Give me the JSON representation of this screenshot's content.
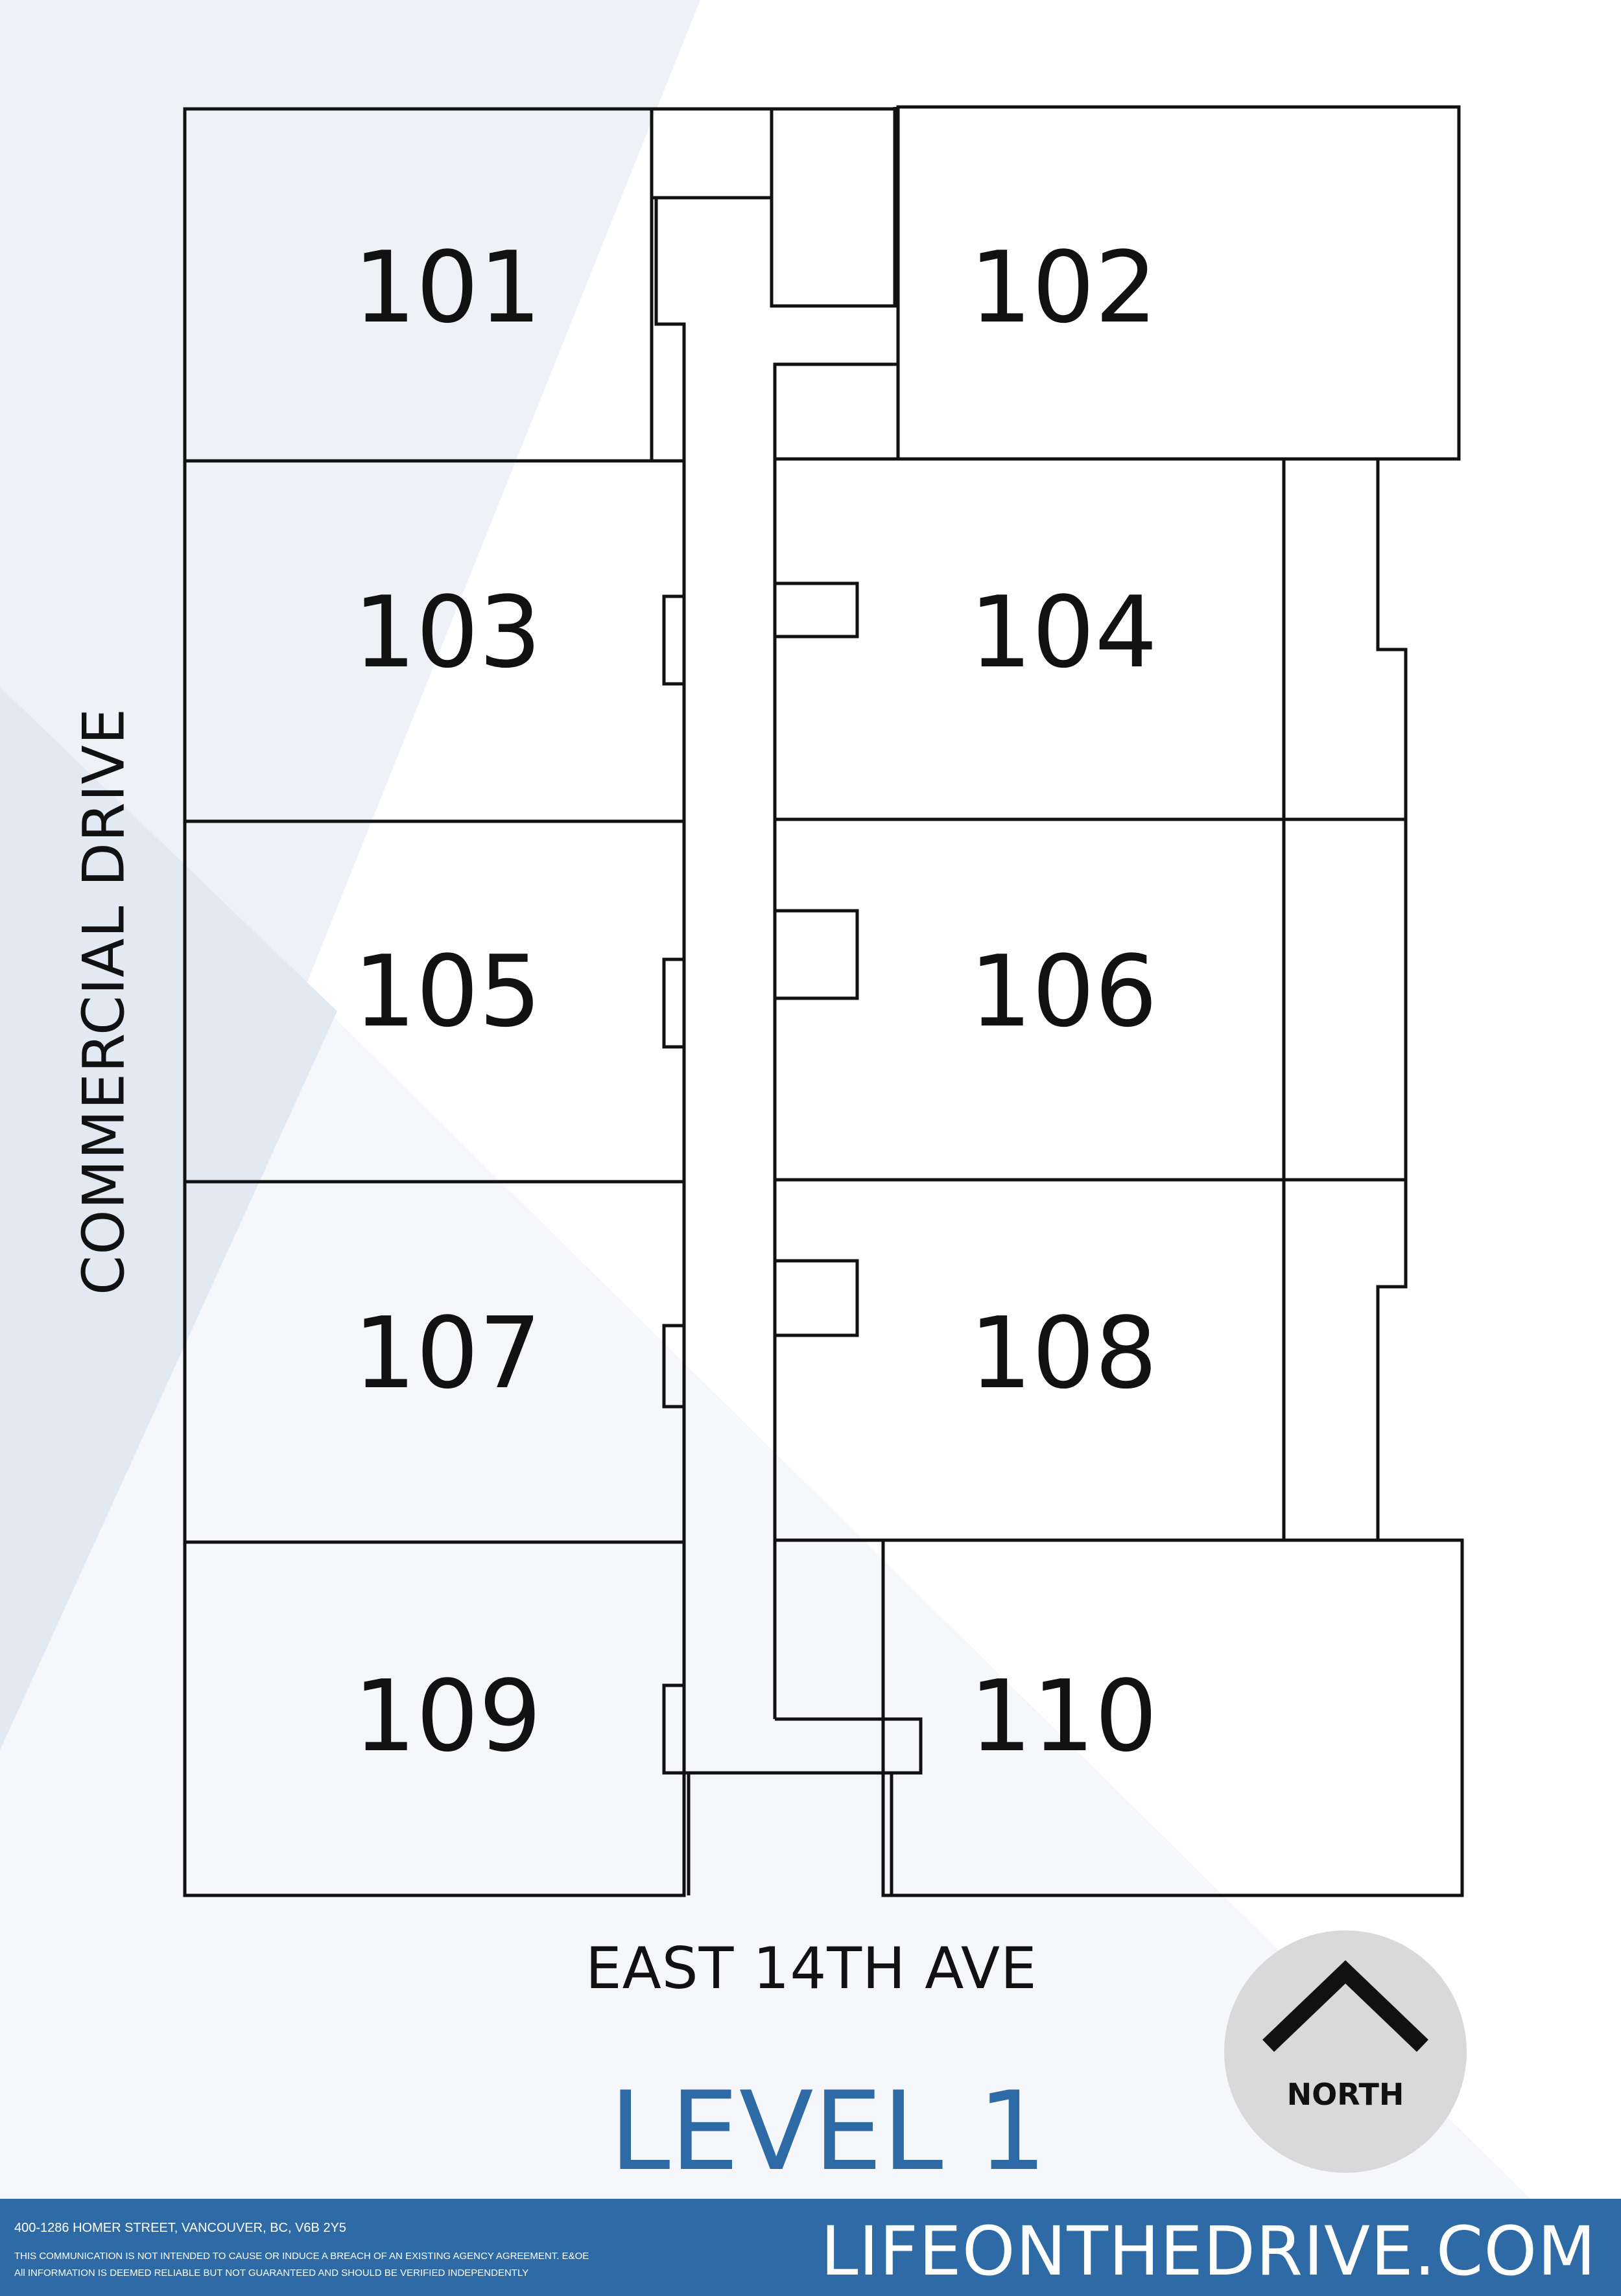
{
  "units": [
    "101",
    "102",
    "103",
    "104",
    "105",
    "106",
    "107",
    "108",
    "109",
    "110"
  ],
  "streets": {
    "south": "EAST 14TH AVE",
    "west": "COMMERCIAL DRIVE"
  },
  "compass": {
    "label": "NORTH",
    "icon": "north-arrow-icon"
  },
  "level_title": "LEVEL 1",
  "footer": {
    "address": "400-1286 HOMER STREET, VANCOUVER, BC, V6B 2Y5",
    "disclaimer_1": "THIS COMMUNICATION IS NOT INTENDED TO CAUSE OR INDUCE A BREACH OF AN EXISTING AGENCY AGREEMENT. E&OE",
    "disclaimer_2": "All INFORMATION IS DEEMED RELIABLE BUT NOT GUARANTEED AND SHOULD BE VERIFIED INDEPENDENTLY",
    "website": "LIFEONTHEDRIVE.COM"
  },
  "colors": {
    "accent": "#2e6aa5",
    "plan_line": "#111111",
    "background_tint": "#e7edf4",
    "compass_fill": "#d9d9d9"
  }
}
